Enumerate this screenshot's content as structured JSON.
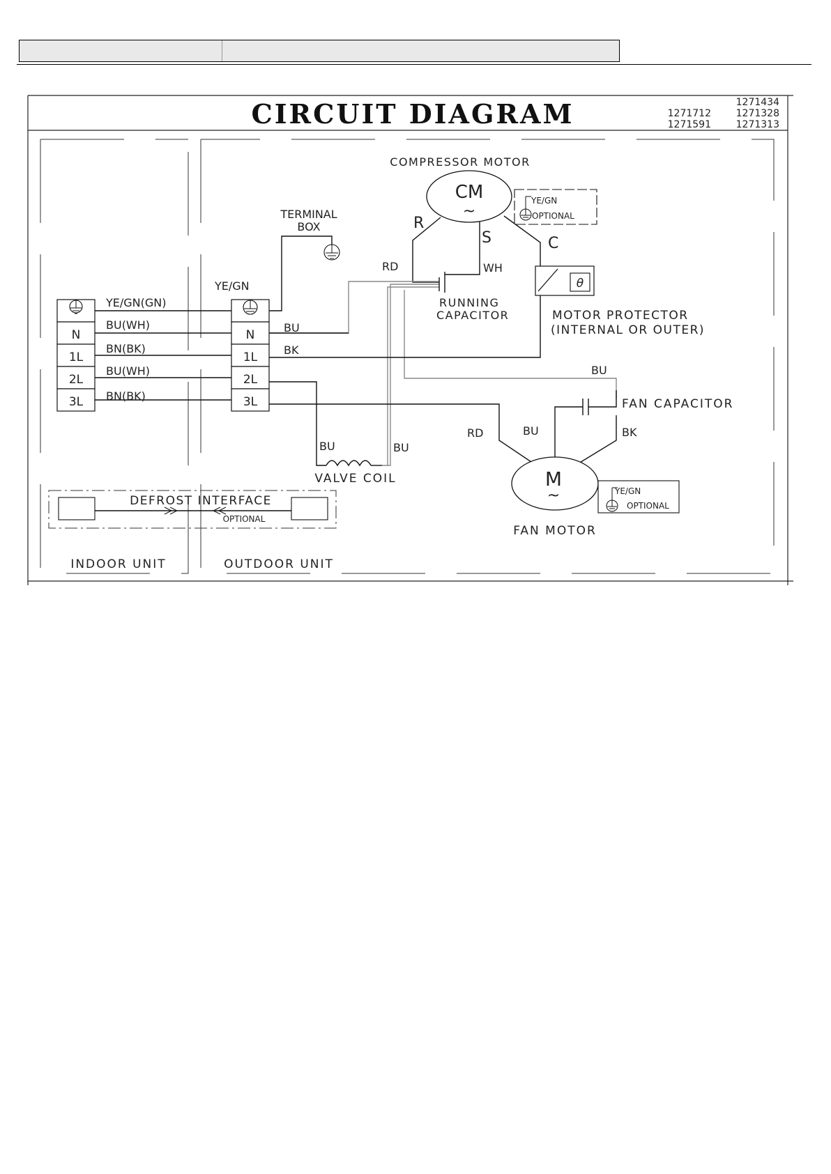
{
  "title": "CIRCUIT DIAGRAM",
  "model_numbers": [
    "1271434",
    "1271712",
    "1271328",
    "1271591",
    "1271313"
  ],
  "indoor_terminals": [
    "N",
    "1L",
    "2L",
    "3L"
  ],
  "outdoor_terminals": [
    "N",
    "1L",
    "2L",
    "3L"
  ],
  "indoor_wire_labels": [
    "YE/GN(GN)",
    "BU(WH)",
    "BN(BK)",
    "BU(WH)",
    "BN(BK)"
  ],
  "labels": {
    "terminal_box": [
      "TERMINAL",
      "BOX"
    ],
    "ye_gn": "YE/GN",
    "compressor_motor": "COMPRESSOR MOTOR",
    "cm": "CM",
    "tilde": "~",
    "r": "R",
    "s": "S",
    "c": "C",
    "rd": "RD",
    "wh": "WH",
    "bu": "BU",
    "bk": "BK",
    "running_capacitor": [
      "RUNNING",
      "CAPACITOR"
    ],
    "motor_protector": [
      "MOTOR PROTECTOR",
      "(INTERNAL OR OUTER)"
    ],
    "theta": "θ",
    "fan_capacitor": "FAN CAPACITOR",
    "m": "M",
    "fan_motor": "FAN MOTOR",
    "valve_coil": "VALVE COIL",
    "optional": "OPTIONAL",
    "defrost_interface": "DEFROST INTERFACE",
    "indoor_unit": "INDOOR UNIT",
    "outdoor_unit": "OUTDOOR UNIT"
  }
}
